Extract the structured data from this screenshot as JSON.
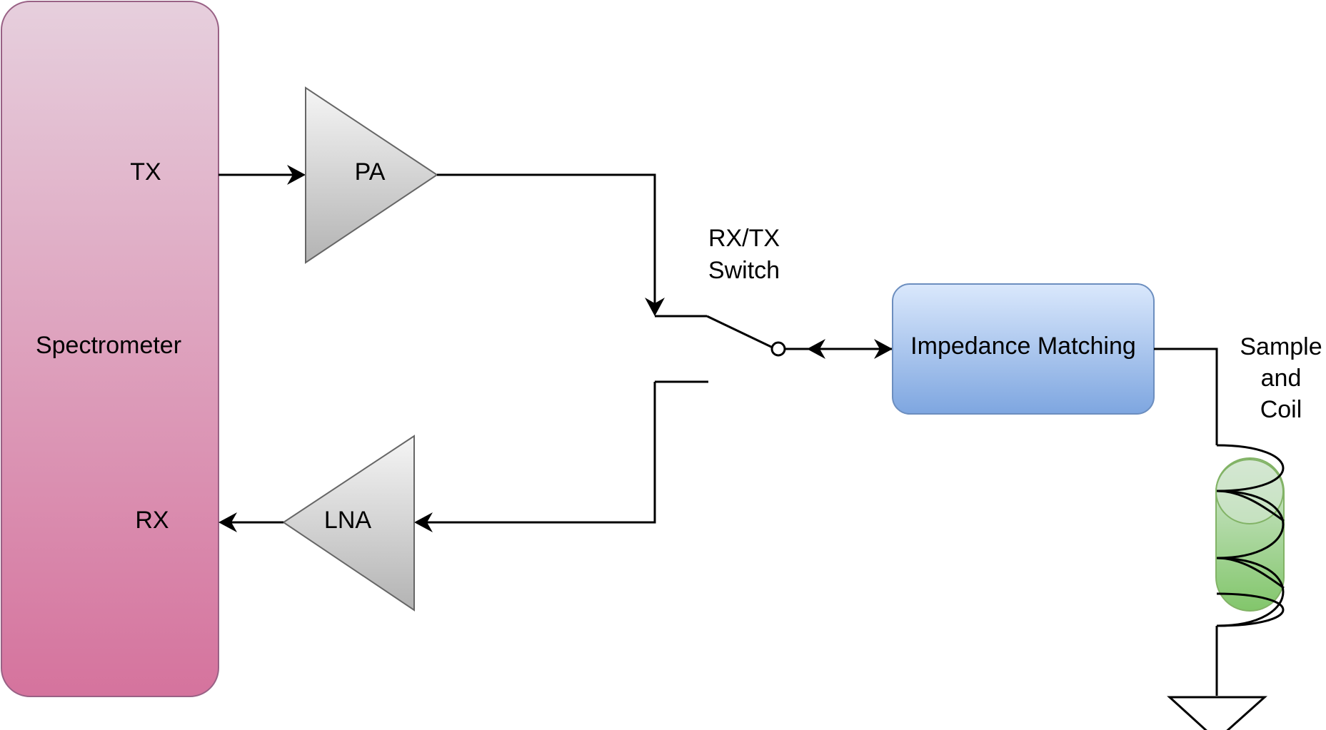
{
  "blocks": {
    "spectrometer": {
      "label": "Spectrometer",
      "tx_label": "TX",
      "rx_label": "RX"
    },
    "pa": {
      "label": "PA"
    },
    "lna": {
      "label": "LNA"
    },
    "impedance": {
      "label": "Impedance Matching"
    }
  },
  "switch": {
    "line1": "RX/TX",
    "line2": "Switch"
  },
  "sample": {
    "line1": "Sample",
    "line2": "and",
    "line3": "Coil"
  },
  "colors": {
    "spectrometer_top": "#e6cfdd",
    "spectrometer_bottom": "#d5739d",
    "spectrometer_stroke": "#996185",
    "amp_top": "#f5f5f5",
    "amp_bottom": "#b3b3b3",
    "amp_stroke": "#666666",
    "impedance_top": "#dae8fc",
    "impedance_bottom": "#7ea6e0",
    "impedance_stroke": "#6c8ebf",
    "sample_top": "#d5e8d4",
    "sample_bottom": "#82c66b",
    "sample_stroke": "#82b366"
  }
}
